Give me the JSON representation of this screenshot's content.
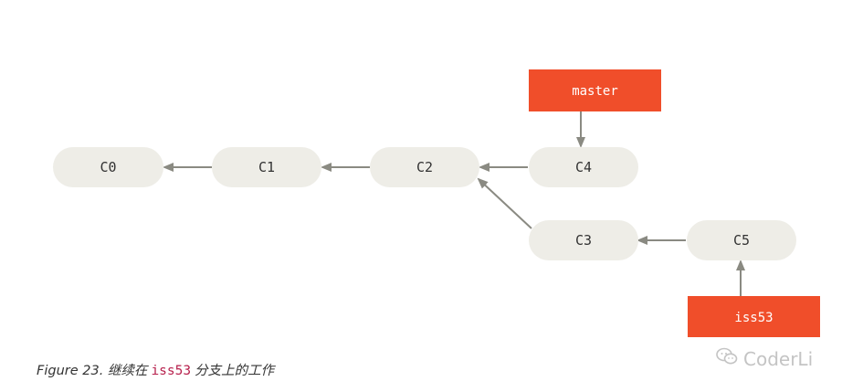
{
  "commits": [
    {
      "id": "c0",
      "label": "C0"
    },
    {
      "id": "c1",
      "label": "C1"
    },
    {
      "id": "c2",
      "label": "C2"
    },
    {
      "id": "c4",
      "label": "C4"
    },
    {
      "id": "c3",
      "label": "C3"
    },
    {
      "id": "c5",
      "label": "C5"
    }
  ],
  "branches": {
    "master": "master",
    "iss53": "iss53"
  },
  "caption": {
    "prefix": "Figure 23. 继续在",
    "code": "iss53",
    "suffix": "分支上的工作"
  },
  "watermark": {
    "text": "CoderLi",
    "icon": "wechat-icon"
  },
  "colors": {
    "commit_fill": "#eeede7",
    "branch_fill": "#f04e2a",
    "arrow": "#8a8a82",
    "code_text": "#b7214d"
  }
}
